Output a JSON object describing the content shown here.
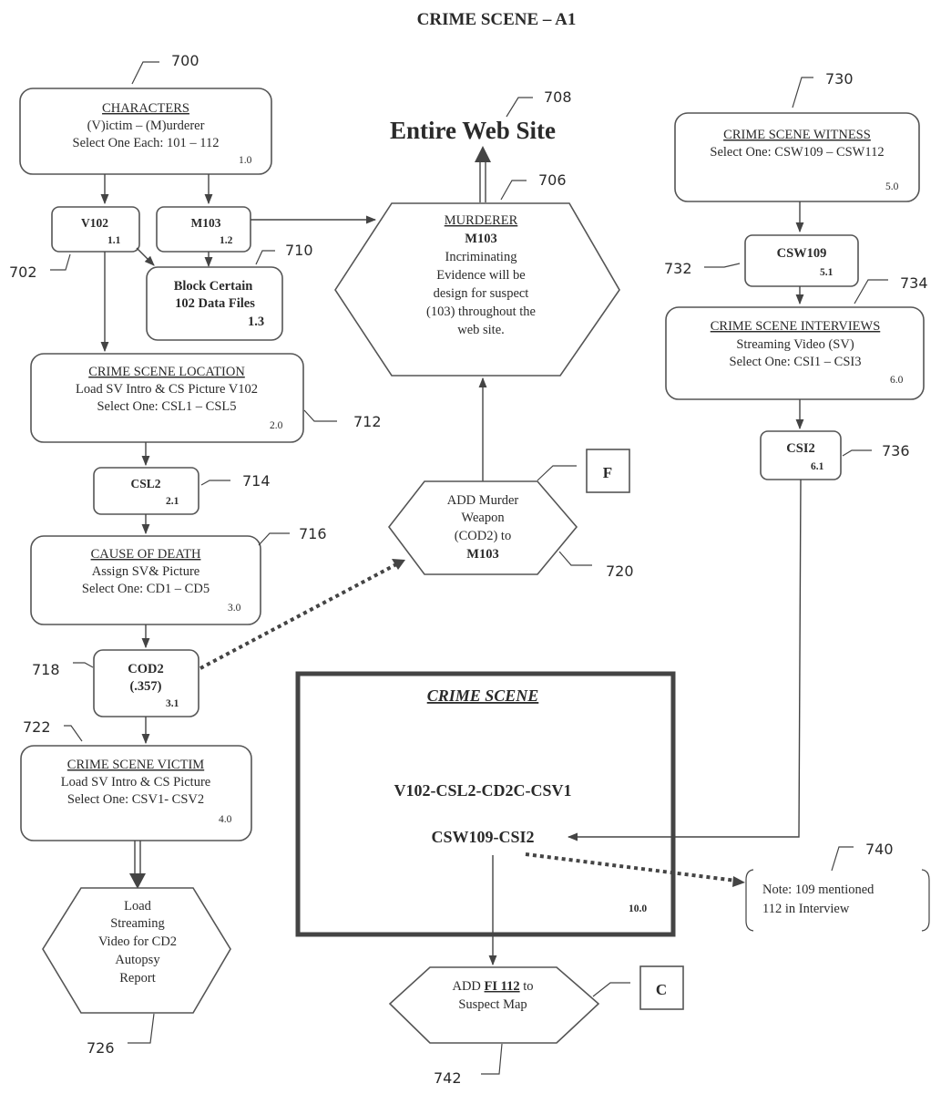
{
  "title": "CRIME SCENE – A1",
  "entire_web_site": "Entire Web Site",
  "nodes": {
    "characters": {
      "ref": "700",
      "heading": "CHARACTERS",
      "lines": [
        "(V)ictim – (M)urderer",
        "Select One Each:  101 – 112"
      ],
      "step": "1.0"
    },
    "v102": {
      "ref": "702",
      "label": "V102",
      "step": "1.1"
    },
    "m103": {
      "label": "M103",
      "step": "1.2"
    },
    "block": {
      "ref": "710",
      "lines": [
        "Block Certain",
        "102 Data Files"
      ],
      "step": "1.3"
    },
    "location": {
      "ref": "712",
      "heading": "CRIME SCENE LOCATION",
      "lines": [
        "Load SV Intro & CS Picture V102",
        "Select One: CSL1 – CSL5"
      ],
      "step": "2.0"
    },
    "csl2": {
      "ref": "714",
      "label": "CSL2",
      "step": "2.1"
    },
    "cause": {
      "ref": "716",
      "heading": "CAUSE OF DEATH",
      "lines": [
        "Assign SV& Picture",
        "Select One:  CD1 – CD5"
      ],
      "step": "3.0"
    },
    "cod2": {
      "ref": "718",
      "label": "COD2",
      "sub": "(.357)",
      "step": "3.1"
    },
    "victim": {
      "ref": "722",
      "heading": "CRIME SCENE VICTIM",
      "lines": [
        "Load SV Intro & CS Picture",
        "Select One:  CSV1- CSV2"
      ],
      "step": "4.0"
    },
    "autopsy": {
      "ref": "726",
      "lines": [
        "Load",
        "Streaming",
        "Video for CD2",
        "Autopsy",
        "Report"
      ]
    },
    "murderer": {
      "ref": "706",
      "heading": "MURDERER",
      "bold": "M103",
      "lines": [
        "Incriminating",
        "Evidence will be",
        "design for suspect",
        "(103) throughout the",
        "web site."
      ]
    },
    "web_site_ref": "708",
    "weapon": {
      "ref": "720",
      "lines": [
        "ADD Murder",
        "Weapon",
        "(COD2) to"
      ],
      "bold": "M103",
      "tag": "F"
    },
    "witness": {
      "ref": "730",
      "heading": "CRIME SCENE WITNESS",
      "lines": [
        "Select One: CSW109 – CSW112"
      ],
      "step": "5.0"
    },
    "csw109": {
      "ref": "732",
      "label": "CSW109",
      "step": "5.1"
    },
    "interviews": {
      "ref": "734",
      "heading": "CRIME SCENE INTERVIEWS",
      "lines": [
        "Streaming Video (SV)",
        "Select One: CSI1 – CSI3"
      ],
      "step": "6.0"
    },
    "csi2": {
      "ref": "736",
      "label": "CSI2",
      "step": "6.1"
    },
    "crime_scene": {
      "heading": "CRIME SCENE",
      "line1": "V102-CSL2-CD2C-CSV1",
      "line2": "CSW109-CSI2",
      "step": "10.0"
    },
    "note": {
      "ref": "740",
      "lines": [
        "Note: 109 mentioned",
        "112 in Interview"
      ]
    },
    "fi": {
      "ref": "742",
      "pre": "ADD ",
      "bold": "FI 112",
      "post": " to",
      "line2": "Suspect Map",
      "tag": "C"
    }
  }
}
